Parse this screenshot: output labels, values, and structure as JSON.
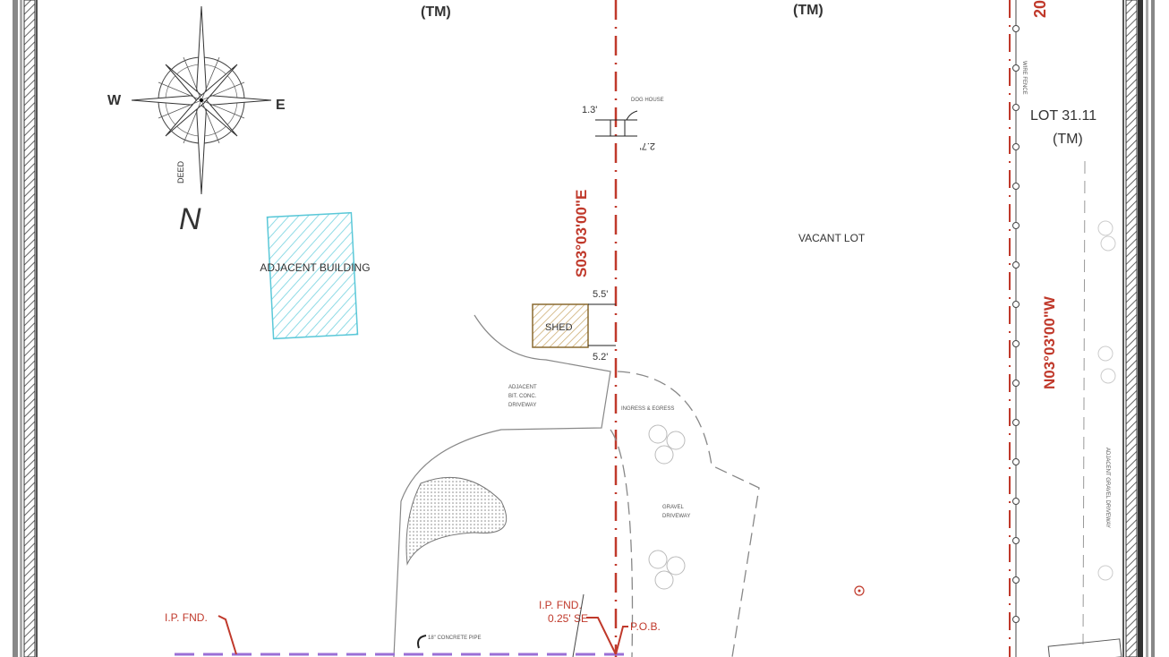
{
  "top_labels": {
    "left_tm": "(TM)",
    "right_tm": "(TM)",
    "top_right_fragment": "20"
  },
  "compass": {
    "deed_label": "DEED",
    "north_glyph": "N",
    "east_glyph": "E",
    "west_glyph": "W"
  },
  "doghouse": {
    "label": "DOG HOUSE",
    "dim_left": "1.3'",
    "dim_right": "2.7'"
  },
  "bearings": {
    "center_line": "S03°03'00\"E",
    "right_line": "N03°03'00\"W"
  },
  "adjacent_building": "ADJACENT BUILDING",
  "vacant_lot": "VACANT LOT",
  "lot_right": {
    "name": "LOT 31.11",
    "tm": "(TM)",
    "fence": "WIRE FENCE",
    "driveway": "ADJACENT GRAVEL DRIVEWAY"
  },
  "shed": {
    "label": "SHED",
    "dim_top": "5.5'",
    "dim_bottom": "5.2'"
  },
  "adjacent_driveway": [
    "ADJACENT",
    "BIT. CONC.",
    "DRIVEWAY"
  ],
  "ingress_egress": "INGRESS & EGRESS",
  "gravel_driveway": [
    "GRAVEL",
    "DRIVEWAY"
  ],
  "ip_fnd_left": "I.P. FND.",
  "ip_fnd_center": [
    "I.P. FND.",
    "0.25' SE"
  ],
  "pob": "P.O.B.",
  "concrete_pipe": "18\" CONCRETE PIPE",
  "colors": {
    "boundary_red": "#c0392b",
    "building_cyan": "#5bc8d8",
    "shed_brown": "#b0905a",
    "property_purple": "#9b6fd6"
  }
}
